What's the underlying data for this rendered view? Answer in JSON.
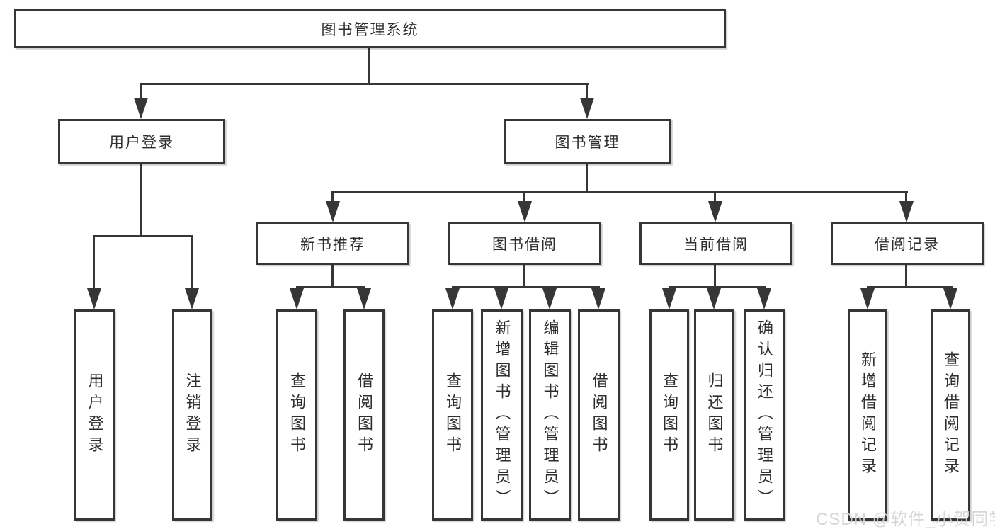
{
  "diagram_type": "hierarchy-tree",
  "colors": {
    "line": "#363636",
    "box_border": "#363636",
    "box_background": "#ffffff",
    "text": "#2e2e2e",
    "watermark": "#cccccc"
  },
  "nodes": {
    "root": {
      "label": "图书管理系统"
    },
    "login": {
      "label": "用户登录"
    },
    "mgmt": {
      "label": "图书管理"
    },
    "rec": {
      "label": "新书推荐"
    },
    "borrow": {
      "label": "图书借阅"
    },
    "current": {
      "label": "当前借阅"
    },
    "records": {
      "label": "借阅记录"
    },
    "leaf_login": {
      "label": "用户登录"
    },
    "leaf_logout": {
      "label": "注销登录"
    },
    "rec_query": {
      "label": "查询图书"
    },
    "rec_borrow": {
      "label": "借阅图书"
    },
    "borrow_query": {
      "label": "查询图书"
    },
    "borrow_add": {
      "label": "新增图书（管理员）"
    },
    "borrow_edit": {
      "label": "编辑图书（管理员）"
    },
    "borrow_borrow": {
      "label": "借阅图书"
    },
    "cur_query": {
      "label": "查询图书"
    },
    "cur_return": {
      "label": "归还图书"
    },
    "cur_confirm": {
      "label": "确认归还（管理员）"
    },
    "records_add": {
      "label": "新增借阅记录"
    },
    "records_query": {
      "label": "查询借阅记录"
    }
  },
  "hierarchy": {
    "图书管理系统": {
      "用户登录": [
        "用户登录",
        "注销登录"
      ],
      "图书管理": {
        "新书推荐": [
          "查询图书",
          "借阅图书"
        ],
        "图书借阅": [
          "查询图书",
          "新增图书（管理员）",
          "编辑图书（管理员）",
          "借阅图书"
        ],
        "当前借阅": [
          "查询图书",
          "归还图书",
          "确认归还（管理员）"
        ],
        "借阅记录": [
          "新增借阅记录",
          "查询借阅记录"
        ]
      }
    }
  },
  "watermark": {
    "text": "CSDN @软件_小贺同学"
  }
}
